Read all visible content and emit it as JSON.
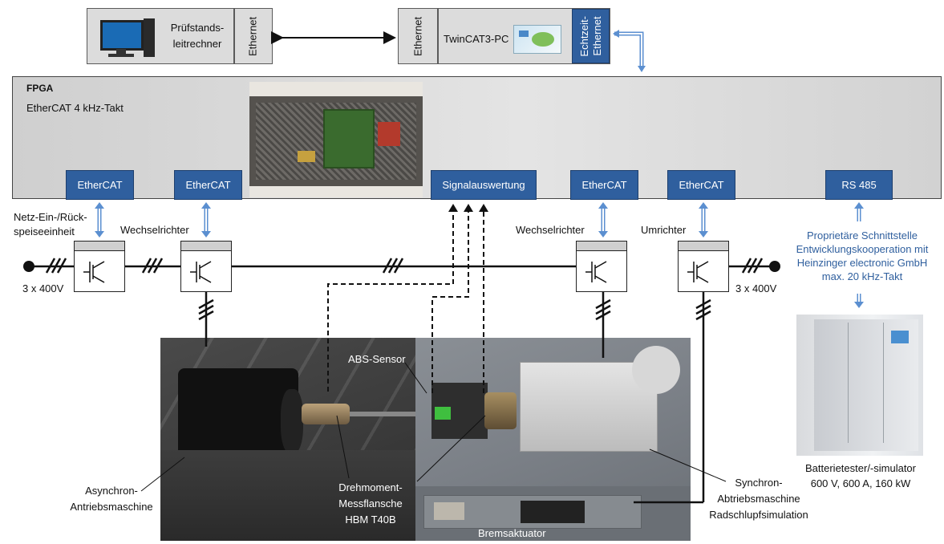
{
  "top": {
    "pc1_label": "Prüfstands-\nleitrechner",
    "ethernet_label": "Ethernet",
    "twincat_label": "TwinCAT3-PC",
    "echtzeit_label": "Echtzeit-\nEthernet"
  },
  "fpga": {
    "title": "FPGA",
    "subtitle": "EtherCAT 4 kHz-Takt",
    "interfaces": [
      "EtherCAT",
      "EtherCAT",
      "Signalauswertung",
      "EtherCAT",
      "EtherCAT",
      "RS 485"
    ]
  },
  "labels": {
    "netz": "Netz-Ein-/Rück-\nspeiseeinheit",
    "wechselrichter_left": "Wechselrichter",
    "wechselrichter_right": "Wechselrichter",
    "umrichter": "Umrichter",
    "voltage_left": "3 x 400V",
    "voltage_right": "3 x 400V",
    "abs_sensor": "ABS-Sensor",
    "asynchron": "Asynchron-\nAntriebsmaschine",
    "drehmoment": "Drehmoment-\nMessflansche\nHBM T40B",
    "synchron": "Synchron-\nAbtriebsmaschine\nRadschlupfsimulation",
    "bremsaktuator": "Bremsaktuator"
  },
  "proprietary": {
    "line1": "Proprietäre Schnittstelle",
    "line2": "Entwicklungskooperation mit",
    "line3": "Heinzinger electronic GmbH",
    "line4": "max. 20 kHz-Takt"
  },
  "battery": {
    "title": "Batterietester/-simulator",
    "spec": "600 V, 600 A, 160 kW"
  },
  "colors": {
    "accent_blue": "#2f5f9e",
    "arrow_blue": "#5b8fd0",
    "panel_gray": "#d8d8d8"
  }
}
